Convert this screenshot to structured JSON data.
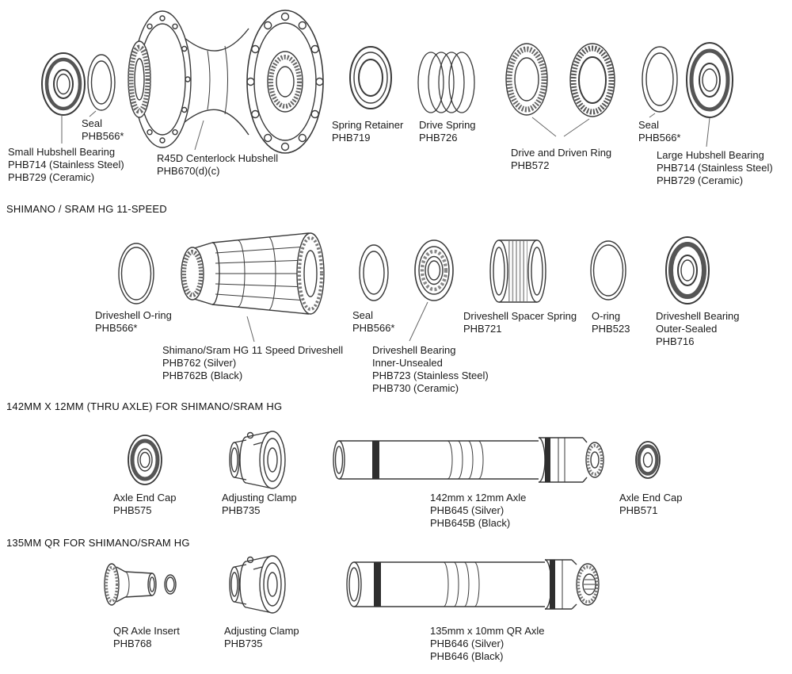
{
  "style": {
    "background": "#ffffff",
    "ink": "#3a3a3a"
  },
  "sections": {
    "top": {
      "labels": {
        "seal_left": "Seal\nPHB566*",
        "small_hubshell_bearing": "Small Hubshell Bearing\nPHB714 (Stainless Steel)\nPHB729 (Ceramic)",
        "hubshell": "R45D Centerlock Hubshell\nPHB670(d)(c)",
        "spring_retainer": "Spring Retainer\nPHB719",
        "drive_spring": "Drive Spring\nPHB726",
        "drive_driven_ring": "Drive and Driven Ring\nPHB572",
        "seal_right": "Seal\nPHB566*",
        "large_hubshell_bearing": "Large Hubshell Bearing\nPHB714 (Stainless Steel)\nPHB729 (Ceramic)"
      }
    },
    "eleven_speed": {
      "header": "SHIMANO / SRAM HG 11-SPEED",
      "labels": {
        "driveshell_oring": "Driveshell O-ring\nPHB566*",
        "driveshell": "Shimano/Sram HG 11 Speed Driveshell\nPHB762 (Silver)\nPHB762B (Black)",
        "seal": "Seal\nPHB566*",
        "bearing_inner": "Driveshell Bearing\nInner-Unsealed\nPHB723 (Stainless Steel)\nPHB730 (Ceramic)",
        "spacer_spring": "Driveshell Spacer Spring\nPHB721",
        "oring": "O-ring\nPHB523",
        "bearing_outer": "Driveshell Bearing\nOuter-Sealed\nPHB716"
      }
    },
    "thru_axle": {
      "header": "142MM X 12MM (THRU AXLE) FOR SHIMANO/SRAM HG",
      "labels": {
        "end_cap_left": "Axle End Cap\nPHB575",
        "adjusting_clamp": "Adjusting Clamp\nPHB735",
        "axle": "142mm x 12mm Axle\nPHB645 (Silver)\nPHB645B (Black)",
        "end_cap_right": "Axle End Cap\nPHB571"
      }
    },
    "qr": {
      "header": "135MM QR FOR SHIMANO/SRAM HG",
      "labels": {
        "qr_insert": "QR Axle Insert\nPHB768",
        "adjusting_clamp": "Adjusting Clamp\nPHB735",
        "axle": "135mm x 10mm QR Axle\nPHB646 (Silver)\nPHB646 (Black)"
      }
    }
  }
}
